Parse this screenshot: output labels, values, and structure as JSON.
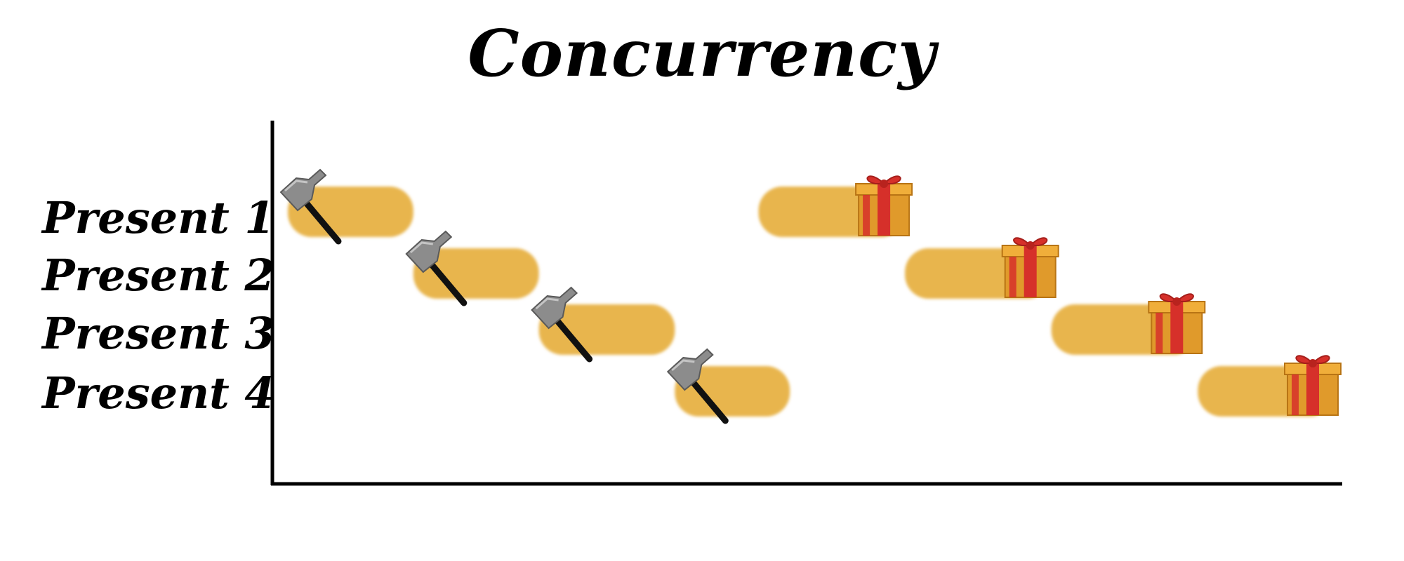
{
  "title": "Concurrency",
  "rows": [
    {
      "label": "Present 1",
      "build": {
        "start": 0.0,
        "end": 0.12
      },
      "wrap": {
        "start": 0.45,
        "end": 0.59
      }
    },
    {
      "label": "Present 2",
      "build": {
        "start": 0.12,
        "end": 0.24
      },
      "wrap": {
        "start": 0.59,
        "end": 0.73
      }
    },
    {
      "label": "Present 3",
      "build": {
        "start": 0.24,
        "end": 0.37
      },
      "wrap": {
        "start": 0.73,
        "end": 0.87
      }
    },
    {
      "label": "Present 4",
      "build": {
        "start": 0.37,
        "end": 0.48
      },
      "wrap": {
        "start": 0.87,
        "end": 1.0
      }
    }
  ],
  "icons": {
    "build": "hammer-icon",
    "wrap": "gift-icon"
  },
  "colors": {
    "bar": "#E8B54D",
    "axis": "#000000",
    "gift_box": "#E09A2B",
    "gift_ribbon": "#D6302A",
    "hammer_head": "#8C8C8C",
    "hammer_handle": "#111111"
  }
}
